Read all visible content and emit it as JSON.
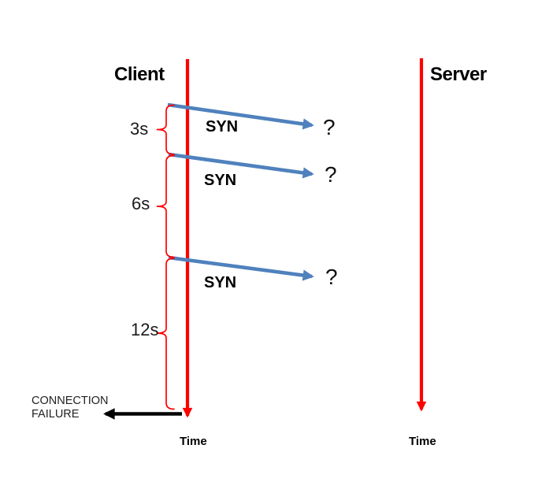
{
  "diagram": {
    "client": {
      "title": "Client",
      "time_label": "Time"
    },
    "server": {
      "title": "Server",
      "time_label": "Time"
    },
    "messages": [
      {
        "label": "SYN",
        "status": "?"
      },
      {
        "label": "SYN",
        "status": "?"
      },
      {
        "label": "SYN",
        "status": "?"
      }
    ],
    "timeouts": [
      {
        "label": "3s"
      },
      {
        "label": "6s"
      },
      {
        "label": "12s"
      }
    ],
    "failure": {
      "label": "CONNECTION FAILURE"
    },
    "colors": {
      "timeline": "#ff0000",
      "message_arrow": "#4f81bd",
      "failure_arrow": "#000000",
      "text": "#000000"
    }
  }
}
